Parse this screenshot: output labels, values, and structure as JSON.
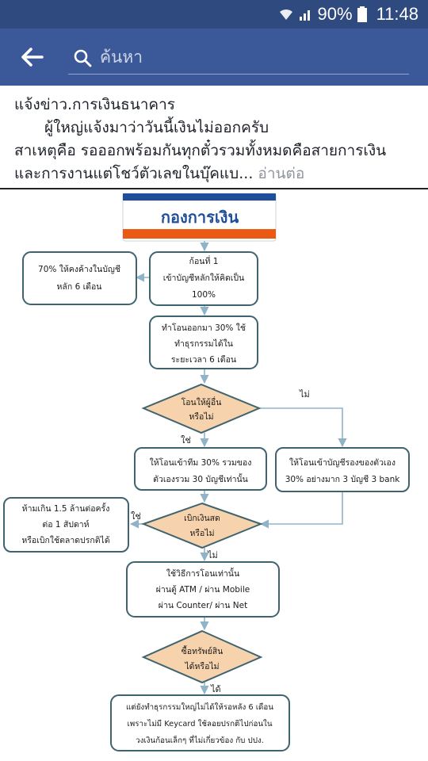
{
  "status_bar": {
    "battery": "90%",
    "time": "11:48",
    "icons": [
      "wifi-icon",
      "signal-icon",
      "battery-icon"
    ]
  },
  "app_bar": {
    "back_icon": "arrow-left-icon",
    "search_icon": "search-icon",
    "search_placeholder": "ค้นหา"
  },
  "post": {
    "lines": [
      "แจ้งข่าว.การเงินธนาคาร",
      "ผู้ใหญ่แจ้งมาว่าวันนี้เงินไม่ออกครับ",
      "สาเหตุคือ รอออกพร้อมกันทุกตั๋วรวมทั้งหมดคือสายการเงิน",
      "และการงานแต่โชว์ตัวเลขในบุ๊คแบ..."
    ],
    "read_more": "อ่านต่อ"
  },
  "flowchart": {
    "title": "กองการเงิน",
    "boxes": {
      "left_70": [
        "70% ให้คงค้างในบัญชี",
        "หลัก 6 เดือน"
      ],
      "step1": [
        "ก้อนที่ 1",
        "เข้าบัญชีหลักให้คิดเป็น",
        "100%"
      ],
      "step2": [
        "ทำโอนออกมา 30% ใช้",
        "ทำธุรกรรมได้ใน",
        "ระยะเวลา 6 เดือน"
      ],
      "transfer_yes": [
        "ให้โอนเข้าทีม 30% รวมของ",
        "ตัวเองรวม 30 บัญชีเท่านั้น"
      ],
      "transfer_no": [
        "ให้โอนเข้าบัญชีรองของตัวเอง",
        "30% อย่างมาก 3 บัญชี 3 bank"
      ],
      "limit": [
        "ห้ามเกิน 1.5 ล้านต่อครั้ง",
        "ต่อ 1 สัปดาห์",
        "หรือเบิกใช้ตลาดปรกติได้"
      ],
      "channels": [
        "ใช้วิธีการโอนเท่านั้น",
        "ผ่านตู้ ATM / ผ่าน Mobile",
        "ผ่าน Counter/ ผ่าน Net"
      ],
      "final": [
        "แต่ยังทำธุรกรรมใหญ่ไม่ได้ให้รอหลัง 6 เดือน",
        "เพราะไม่มี Keycard ใช้ลอยปรกติไปก่อนใน",
        "วงเงินก้อนเล็กๆ ที่ไม่เกี่ยวข้อง กับ ปปง."
      ]
    },
    "diamonds": {
      "d1": [
        "โอนให้ผู้อื่น",
        "หรือไม่"
      ],
      "d2": [
        "เบิกเงินสด",
        "หรือไม่"
      ],
      "d3": [
        "ซื้อทรัพย์สิน",
        "ได้หรือไม่"
      ]
    },
    "labels": {
      "no1": "ไม่",
      "yes1": "ใช่",
      "yes2": "ใช่",
      "no2": "ไม่",
      "yes3": "ได้"
    },
    "colors": {
      "box_stroke": "#3f6470",
      "diamond_fill": "#f7d3ad",
      "arrow": "#8fb4c8",
      "title_blue": "#1f4f9a",
      "title_orange": "#ea5a12"
    }
  }
}
